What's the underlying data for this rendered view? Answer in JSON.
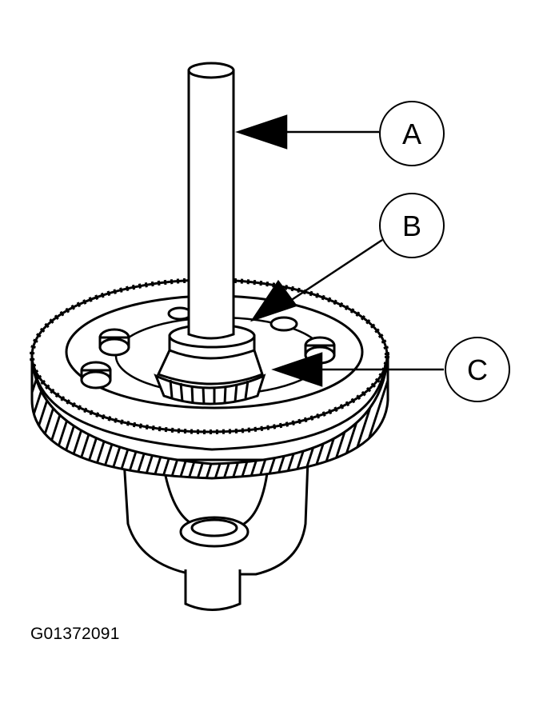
{
  "figure_id": "G01372091",
  "callouts": {
    "a": "A",
    "b": "B",
    "c": "C"
  },
  "colors": {
    "ink": "#000000",
    "paper": "#ffffff"
  }
}
